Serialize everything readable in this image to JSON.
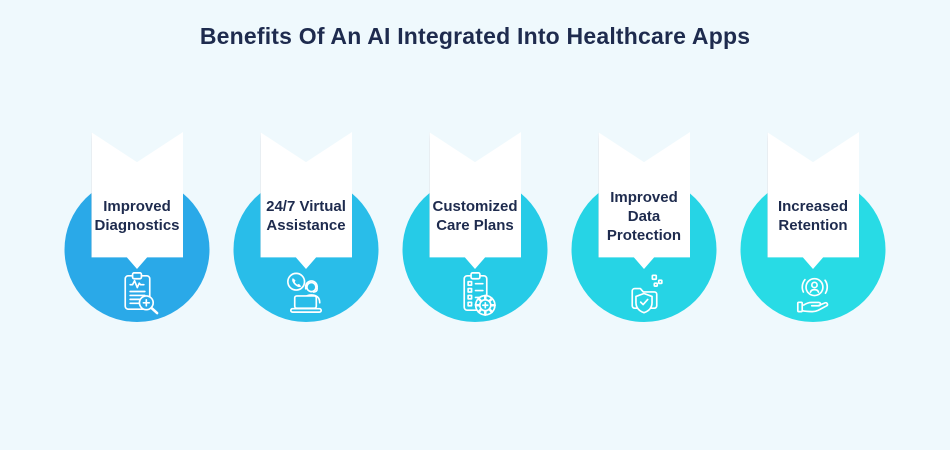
{
  "page": {
    "background_color": "#eff9fd",
    "text_color": "#1e2b4e"
  },
  "title": {
    "text": "Benefits Of An AI Integrated Into Healthcare Apps",
    "color": "#1e2b4e"
  },
  "benefits": [
    {
      "label": "Improved\nDiagnostics",
      "icon": "clipboard-search-icon",
      "circle_color": "#2aa9e8"
    },
    {
      "label": "24/7 Virtual\nAssistance",
      "icon": "support-agent-icon",
      "circle_color": "#29bde9"
    },
    {
      "label": "Customized\nCare Plans",
      "icon": "care-plan-gear-icon",
      "circle_color": "#26cbe7"
    },
    {
      "label": "Improved\nData\nProtection",
      "icon": "data-shield-icon",
      "circle_color": "#26d4e5"
    },
    {
      "label": "Increased\nRetention",
      "icon": "hand-user-icon",
      "circle_color": "#28dbe5"
    }
  ]
}
